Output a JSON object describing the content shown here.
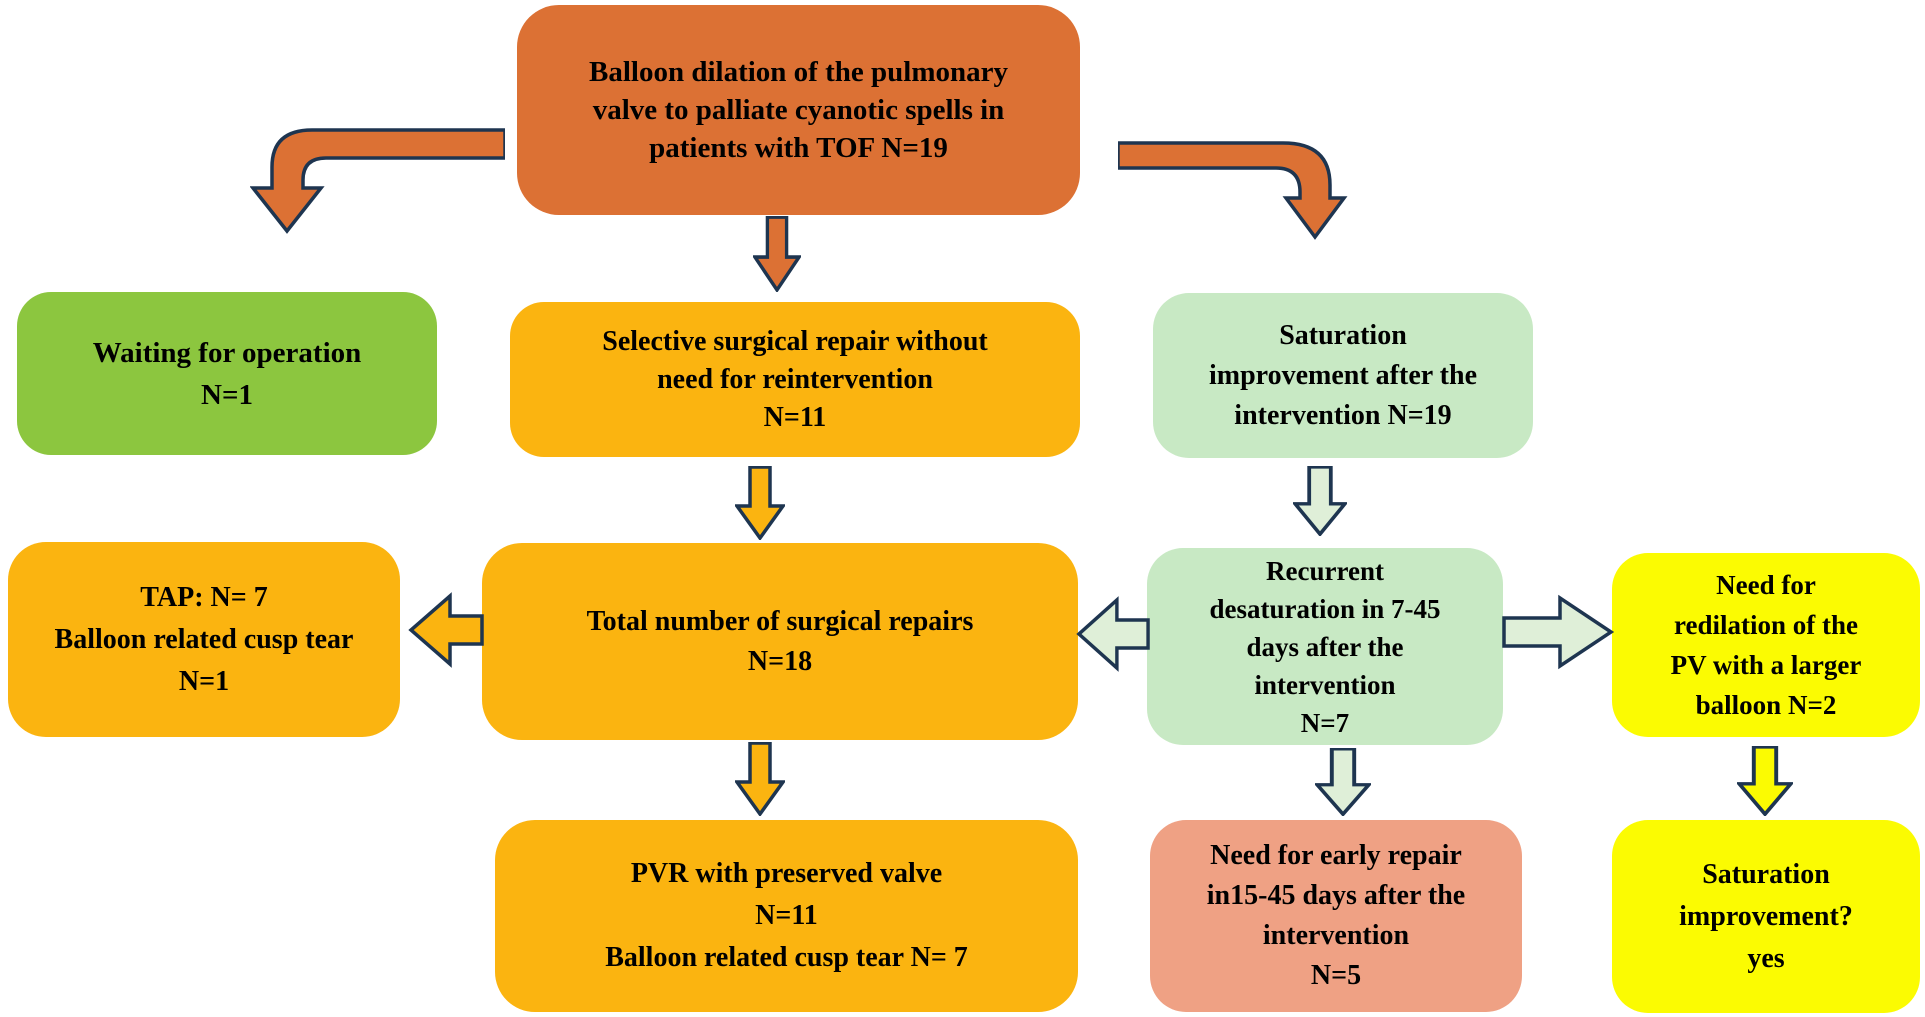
{
  "colors": {
    "orange": "#DC7134",
    "amber": "#FBB410",
    "green": "#8CC63F",
    "palegreen": "#C8E9C4",
    "palegreen_arrow": "#DFEFD8",
    "yellow": "#FBFB02",
    "salmon": "#EFA184",
    "outline": "#1E3550",
    "text": "#000000",
    "background": "#FFFFFF"
  },
  "flowchart": {
    "nodes": {
      "top": {
        "label_lines": [
          "Balloon dilation of the pulmonary",
          "valve to palliate cyanotic spells in",
          "patients with TOF N=19"
        ]
      },
      "waiting": {
        "label_lines": [
          "Waiting for operation",
          "N=1"
        ]
      },
      "selective": {
        "label_lines": [
          "Selective surgical repair without",
          "need for reintervention",
          "N=11"
        ]
      },
      "saturation": {
        "label_lines": [
          "Saturation",
          "improvement after the",
          "intervention N=19"
        ]
      },
      "tap": {
        "label_lines": [
          "TAP: N= 7",
          "Balloon related cusp tear",
          "N=1"
        ]
      },
      "total": {
        "label_lines": [
          "Total number of surgical repairs",
          "N=18"
        ]
      },
      "recurrent": {
        "label_lines": [
          "Recurrent",
          "desaturation in 7-45",
          "days after the",
          "intervention",
          "N=7"
        ]
      },
      "redilation": {
        "label_lines": [
          "Need for",
          "redilation of the",
          "PV with a larger",
          "balloon N=2"
        ]
      },
      "pvr": {
        "label_lines": [
          "PVR with preserved valve",
          "N=11",
          "Balloon related cusp tear N= 7"
        ]
      },
      "early": {
        "label_lines": [
          "Need for early repair",
          "in15-45 days after the",
          "intervention",
          "N=5"
        ]
      },
      "satimprove": {
        "label_lines": [
          "Saturation",
          "improvement?",
          "yes"
        ]
      }
    },
    "arrows": [
      {
        "name": "top-to-waiting",
        "type": "elbow-down-left",
        "color": "orange"
      },
      {
        "name": "top-to-selective",
        "type": "down",
        "color": "orange"
      },
      {
        "name": "top-to-saturation",
        "type": "elbow-down-right",
        "color": "orange"
      },
      {
        "name": "selective-to-total",
        "type": "down",
        "color": "amber"
      },
      {
        "name": "saturation-to-recurrent",
        "type": "down",
        "color": "palegreen_arrow"
      },
      {
        "name": "total-to-tap",
        "type": "left",
        "color": "amber"
      },
      {
        "name": "recurrent-to-total",
        "type": "left",
        "color": "palegreen_arrow"
      },
      {
        "name": "recurrent-to-redilation",
        "type": "right",
        "color": "palegreen_arrow"
      },
      {
        "name": "total-to-pvr",
        "type": "down",
        "color": "amber"
      },
      {
        "name": "recurrent-to-early",
        "type": "down",
        "color": "palegreen_arrow"
      },
      {
        "name": "redilation-to-satimprove",
        "type": "down",
        "color": "yellow"
      }
    ]
  }
}
